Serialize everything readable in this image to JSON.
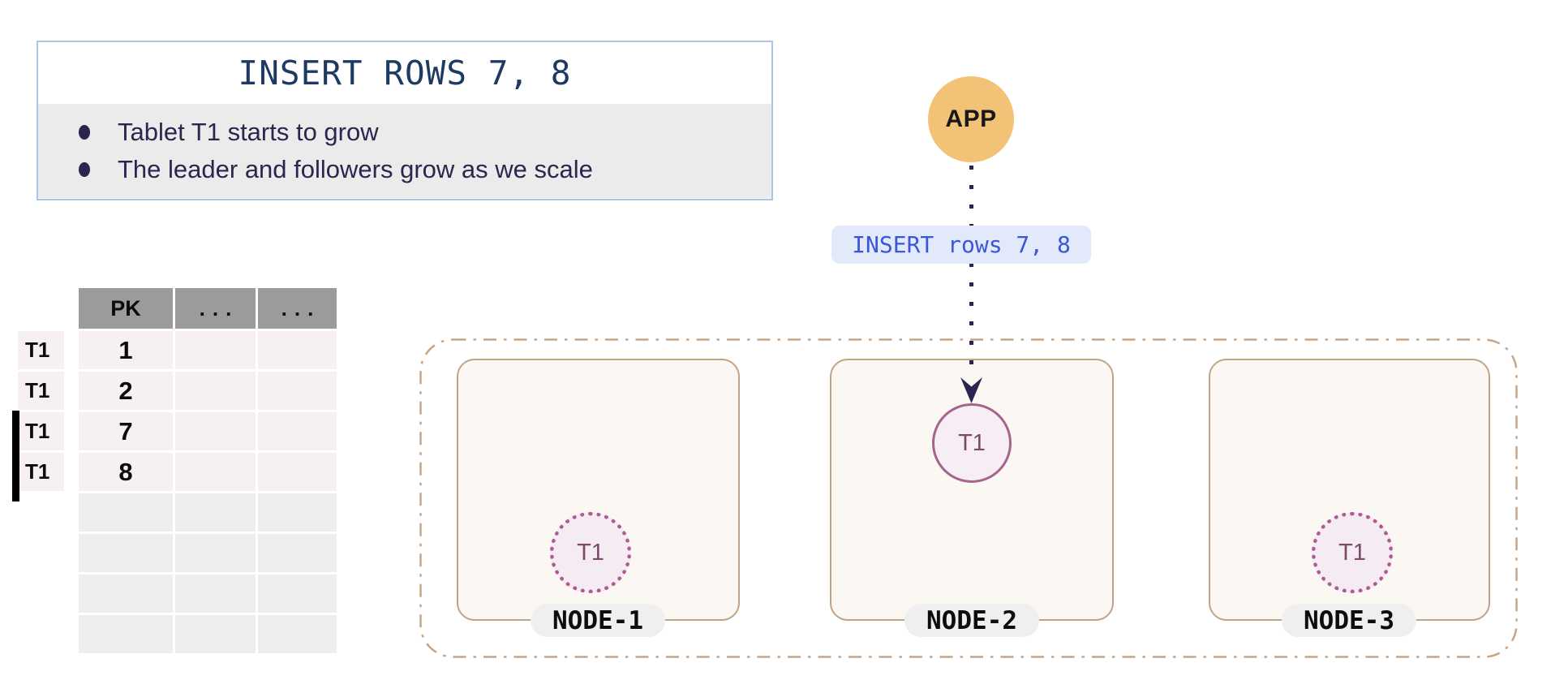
{
  "info_box": {
    "title": "INSERT ROWS 7, 8",
    "bullets": [
      "Tablet T1 starts to grow",
      "The leader and followers grow as we scale"
    ]
  },
  "app_node": {
    "label": "APP"
  },
  "request": {
    "label": "INSERT rows 7, 8"
  },
  "table": {
    "headers": [
      "PK",
      "...",
      "..."
    ],
    "rows": [
      {
        "tablet": "T1",
        "pk": "1",
        "new": false
      },
      {
        "tablet": "T1",
        "pk": "2",
        "new": false
      },
      {
        "tablet": "T1",
        "pk": "7",
        "new": true
      },
      {
        "tablet": "T1",
        "pk": "8",
        "new": true
      }
    ],
    "empty_rows": 4
  },
  "cluster": {
    "nodes": [
      {
        "name": "NODE-1",
        "tablet": {
          "label": "T1",
          "role": "follower"
        }
      },
      {
        "name": "NODE-2",
        "tablet": {
          "label": "T1",
          "role": "leader"
        }
      },
      {
        "name": "NODE-3",
        "tablet": {
          "label": "T1",
          "role": "follower"
        }
      }
    ]
  },
  "colors": {
    "app_fill": "#f2c376",
    "flow_arrow": "#2a2550",
    "request_bg": "#e2e9fa",
    "request_text": "#3a57d7",
    "info_border": "#a9c5e8",
    "info_title_text": "#1d3a63",
    "bullet_text": "#2b2550",
    "cluster_border": "#c5a58a",
    "node_border": "#c1a386",
    "node_fill": "#fbf8f4",
    "tablet_leader_border": "#a6638c",
    "tablet_follower_border": "#b05a93",
    "tablet_fill": "#f5ebf2",
    "tablet_text": "#7b4a6b",
    "table_header_bg": "#9b9b9b",
    "table_filled_row_bg": "#f6f0f1",
    "table_empty_row_bg": "#ededed"
  }
}
